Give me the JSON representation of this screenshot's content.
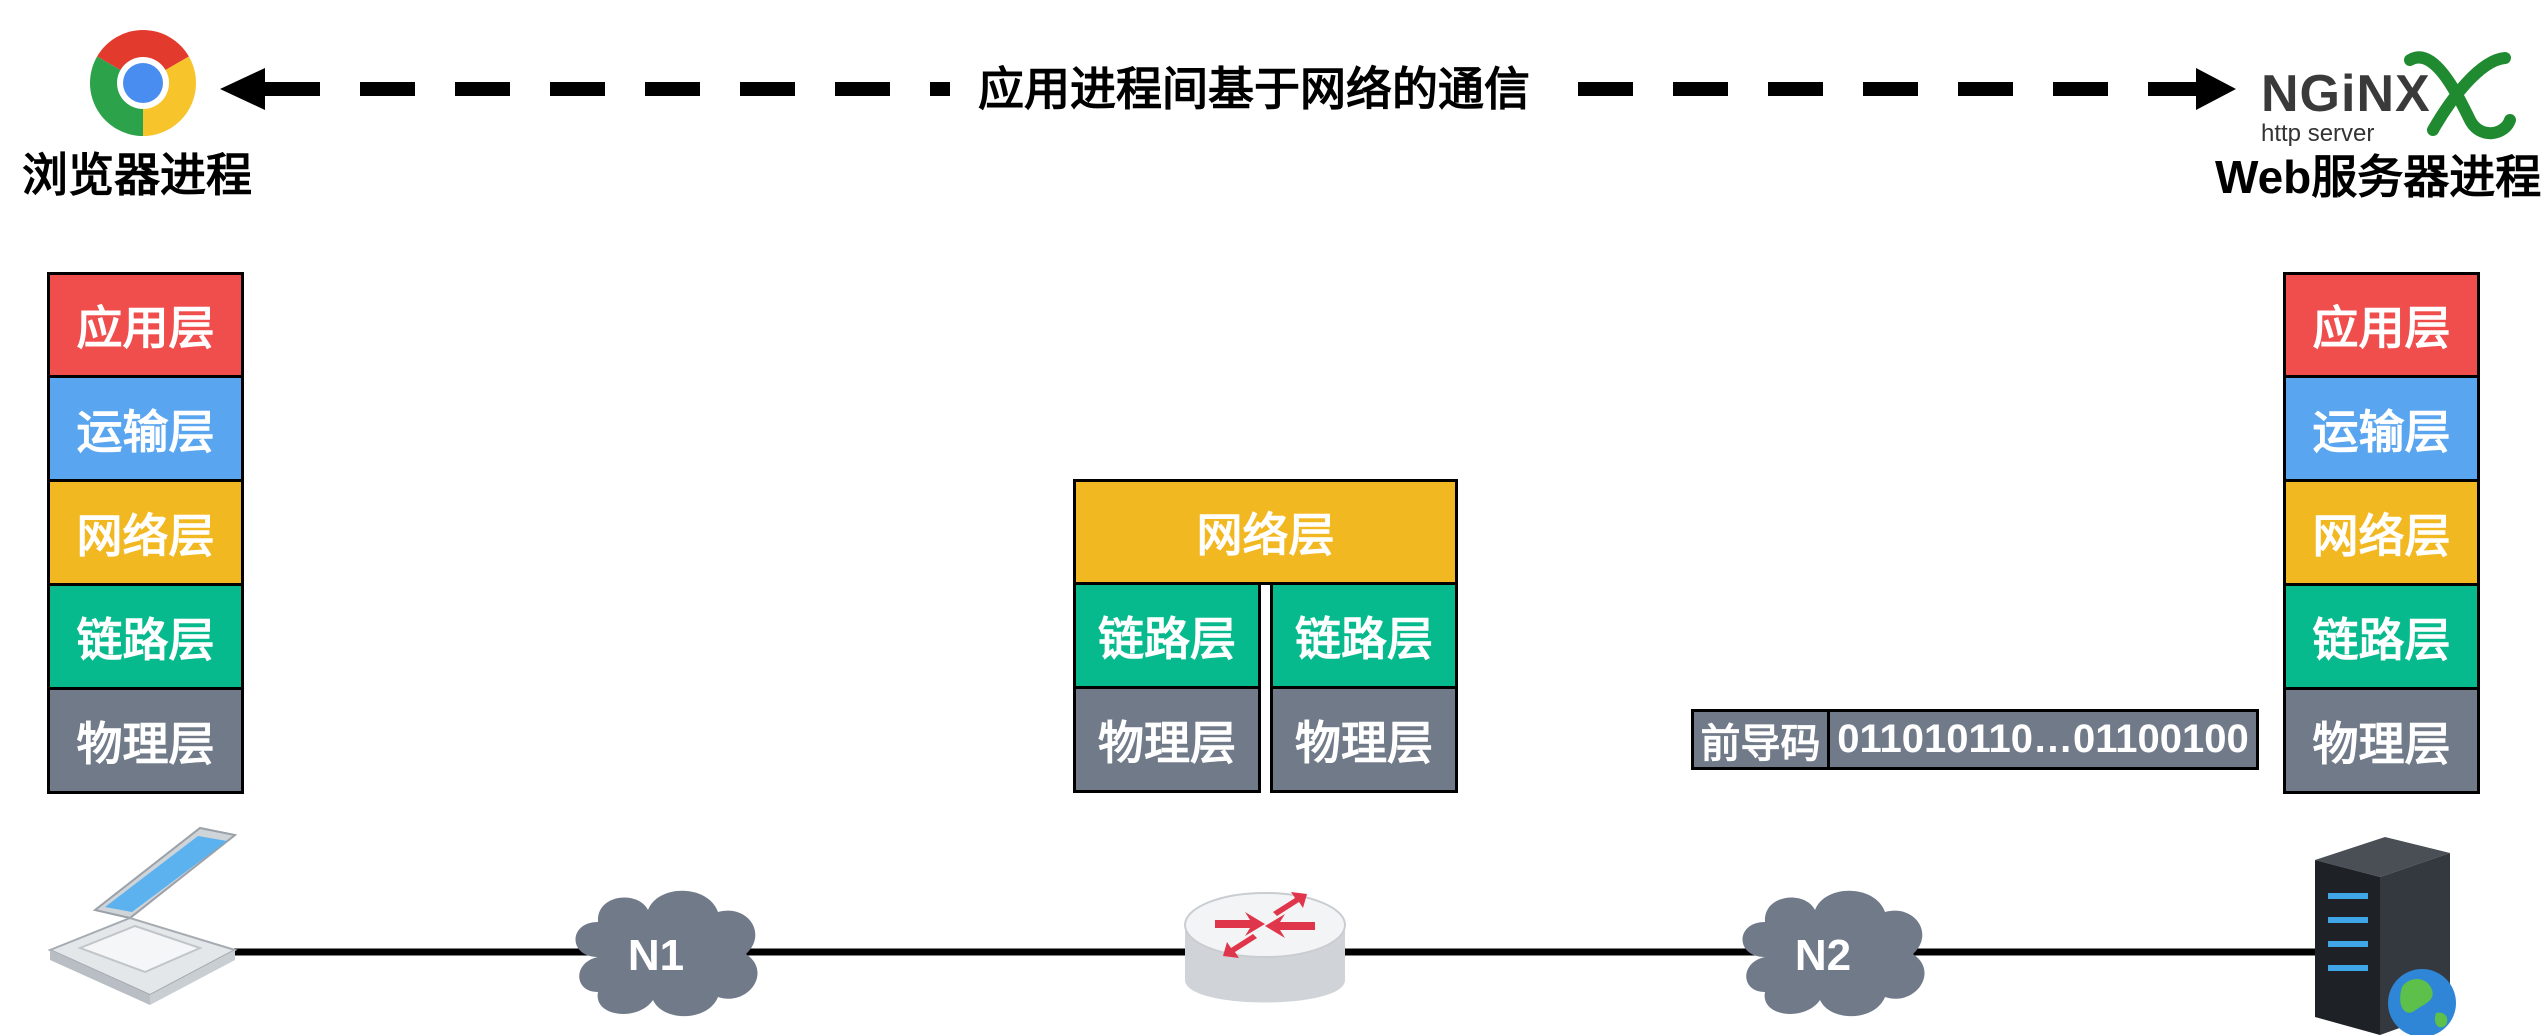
{
  "title": {
    "communication": "应用进程间基于网络的通信"
  },
  "left_host": {
    "label": "浏览器进程",
    "app_icon": "chrome-icon",
    "device_icon": "laptop-icon"
  },
  "right_host": {
    "label": "Web服务器进程",
    "app_icon": "nginx-logo",
    "logo_text": "NGiNX",
    "logo_subtext": "http server",
    "device_icon": "server-icon"
  },
  "layers": {
    "app": "应用层",
    "transport": "运输层",
    "network": "网络层",
    "link": "链路层",
    "physical": "物理层"
  },
  "colors": {
    "app": "#F04D4D",
    "transport": "#59A5F0",
    "network": "#F2B822",
    "link": "#07BA8E",
    "physical": "#707A89"
  },
  "frame": {
    "preamble": "前导码",
    "bits": "011010110…01100100"
  },
  "networks": {
    "n1": "N1",
    "n2": "N2"
  },
  "router": {
    "icon": "router-icon"
  }
}
